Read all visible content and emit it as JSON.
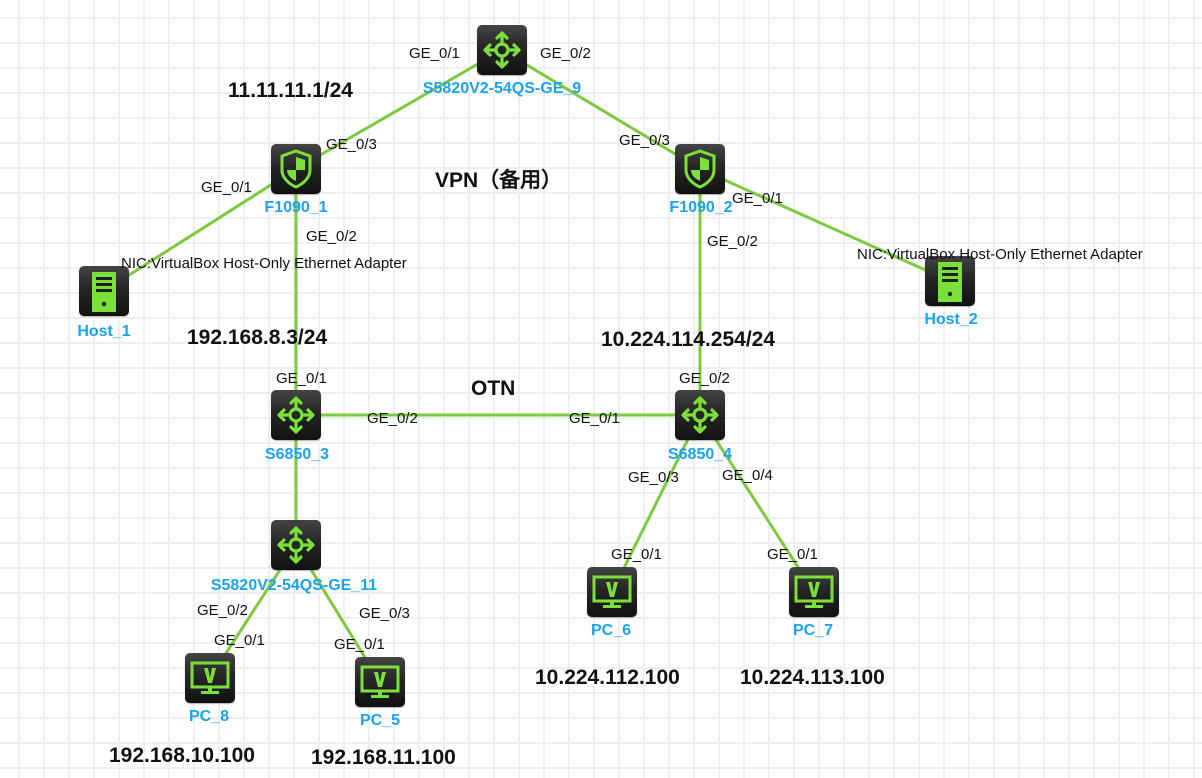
{
  "colors": {
    "link": "#7ccb3f",
    "icon_green": "#7be13a",
    "label_blue": "#1aa3f0"
  },
  "nodes": {
    "s5820_9": {
      "label": "S5820V2-54QS-GE_9",
      "type": "router-icon"
    },
    "f1090_1": {
      "label": "F1090_1",
      "type": "firewall-icon"
    },
    "f1090_2": {
      "label": "F1090_2",
      "type": "firewall-icon"
    },
    "host_1": {
      "label": "Host_1",
      "type": "server-icon"
    },
    "host_2": {
      "label": "Host_2",
      "type": "server-icon"
    },
    "s6850_3": {
      "label": "S6850_3",
      "type": "router-icon"
    },
    "s6850_4": {
      "label": "S6850_4",
      "type": "router-icon"
    },
    "s5820_11": {
      "label": "S5820V2-54QS-GE_11",
      "type": "router-icon"
    },
    "pc_8": {
      "label": "PC_8",
      "type": "pc-icon"
    },
    "pc_5": {
      "label": "PC_5",
      "type": "pc-icon"
    },
    "pc_6": {
      "label": "PC_6",
      "type": "pc-icon"
    },
    "pc_7": {
      "label": "PC_7",
      "type": "pc-icon"
    }
  },
  "links": [
    {
      "from": "s5820_9",
      "to": "f1090_1",
      "from_port": "GE_0/1",
      "to_port": "GE_0/3"
    },
    {
      "from": "s5820_9",
      "to": "f1090_2",
      "from_port": "GE_0/2",
      "to_port": "GE_0/3"
    },
    {
      "from": "f1090_1",
      "to": "host_1",
      "from_port": "GE_0/1",
      "to_port": "NIC:VirtualBox Host-Only Ethernet Adapter"
    },
    {
      "from": "f1090_2",
      "to": "host_2",
      "from_port": "GE_0/1",
      "to_port": "NIC:VirtualBox Host-Only Ethernet Adapter"
    },
    {
      "from": "f1090_1",
      "to": "s6850_3",
      "from_port": "GE_0/2",
      "to_port": "GE_0/1"
    },
    {
      "from": "f1090_2",
      "to": "s6850_4",
      "from_port": "GE_0/2",
      "to_port": "GE_0/2"
    },
    {
      "from": "s6850_3",
      "to": "s6850_4",
      "from_port": "GE_0/2",
      "to_port": "GE_0/1"
    },
    {
      "from": "s6850_3",
      "to": "s5820_11",
      "from_port": "",
      "to_port": ""
    },
    {
      "from": "s5820_11",
      "to": "pc_8",
      "from_port": "GE_0/2",
      "to_port": "GE_0/1"
    },
    {
      "from": "s5820_11",
      "to": "pc_5",
      "from_port": "GE_0/3",
      "to_port": "GE_0/1"
    },
    {
      "from": "s6850_4",
      "to": "pc_6",
      "from_port": "GE_0/3",
      "to_port": "GE_0/1"
    },
    {
      "from": "s6850_4",
      "to": "pc_7",
      "from_port": "GE_0/4",
      "to_port": "GE_0/1"
    }
  ],
  "ports": {
    "s5820_9_ge01": "GE_0/1",
    "s5820_9_ge02": "GE_0/2",
    "f1090_1_ge03": "GE_0/3",
    "f1090_1_ge01": "GE_0/1",
    "f1090_1_ge02": "GE_0/2",
    "f1090_2_ge03": "GE_0/3",
    "f1090_2_ge01": "GE_0/1",
    "f1090_2_ge02": "GE_0/2",
    "host_1_nic": "NIC:VirtualBox Host-Only Ethernet Adapter",
    "host_2_nic": "NIC:VirtualBox Host-Only Ethernet Adapter",
    "s6850_3_ge01": "GE_0/1",
    "s6850_3_ge02": "GE_0/2",
    "s6850_4_ge01": "GE_0/1",
    "s6850_4_ge02": "GE_0/2",
    "s6850_4_ge03": "GE_0/3",
    "s6850_4_ge04": "GE_0/4",
    "s5820_11_ge02": "GE_0/2",
    "s5820_11_ge03": "GE_0/3",
    "pc_8_ge01": "GE_0/1",
    "pc_5_ge01": "GE_0/1",
    "pc_6_ge01": "GE_0/1",
    "pc_7_ge01": "GE_0/1"
  },
  "annotations": {
    "ip_f1090_1_wan": "11.11.11.1/24",
    "vpn_label": "VPN（备用）",
    "ip_s6850_3": "192.168.8.3/24",
    "ip_s6850_4": "10.224.114.254/24",
    "otn_label": "OTN",
    "ip_pc_8": "192.168.10.100",
    "ip_pc_5": "192.168.11.100",
    "ip_pc_6": "10.224.112.100",
    "ip_pc_7": "10.224.113.100"
  }
}
